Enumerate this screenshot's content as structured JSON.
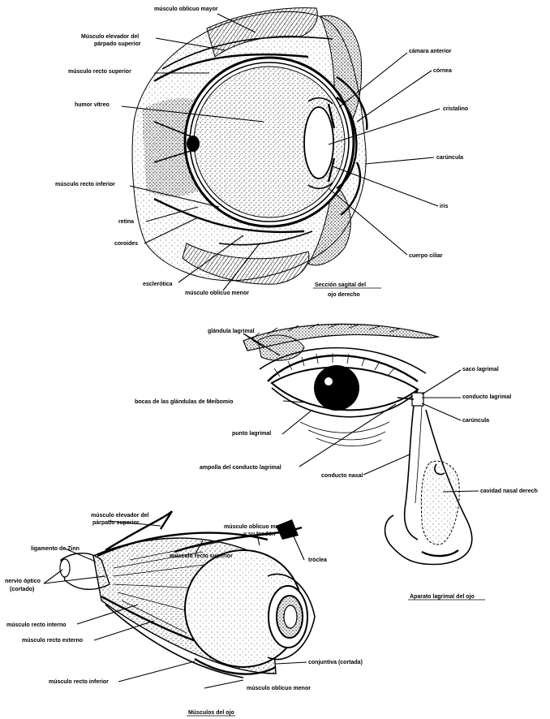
{
  "sagittal": {
    "caption_line1": "Sección sagital del",
    "caption_line2": "ojo derecho",
    "labels": {
      "obliquo_mayor": "músculo oblicuo mayor",
      "elevador_parpado_1": "Músculo elevador del",
      "elevador_parpado_2": "párpado superior",
      "recto_superior": "músculo recto superior",
      "humor_vitreo": "humor vítreo",
      "recto_inferior": "músculo recto inferior",
      "retina": "retina",
      "coroides": "coroides",
      "esclerotica": "esclerótica",
      "obliquo_menor": "músculo oblicuo menor",
      "camara_anterior": "cámara anterior",
      "cornea": "córnea",
      "cristalino": "cristalino",
      "caruncula": "carúncula",
      "iris": "iris",
      "cuerpo_ciliar": "cuerpo ciliar"
    }
  },
  "lacrimal": {
    "caption": "Aparato lagrimal del ojo",
    "labels": {
      "glandula_lagrimal": "glándula lagrimal",
      "saco_lagrimal": "saco lagrimal",
      "conducto_lagrimal": "conducto lagrimal",
      "caruncula": "carúncula",
      "meibomio": "bocas de las glándulas de Meibomio",
      "punto_lagrimal": "punto lagrimal",
      "ampolla": "ampolla del conducto lagrimal",
      "conducto_nasal": "conducto nasal",
      "cavidad_nasal": "cavidad nasal derech"
    }
  },
  "muscles": {
    "caption": "Músculos del ojo",
    "labels": {
      "elevador_1": "músculo elevador del",
      "elevador_2": "párpado superior",
      "ligamento_zinn": "ligamento de Zinn",
      "obliquo_mayor_1": "músculo oblicuo mayor",
      "obliquo_mayor_2": "y su tendón",
      "recto_superior": "músculo recto superior",
      "troclea": "tróclea",
      "nervio_1": "nervio óptico",
      "nervio_2": "(cortado)",
      "recto_interno": "músculo recto interno",
      "recto_externo": "músculo recto externo",
      "conjuntiva": "conjuntiva (cortada)",
      "recto_inferior": "músculo recto inferior",
      "obliquo_menor": "músculo oblicuo menor"
    }
  }
}
